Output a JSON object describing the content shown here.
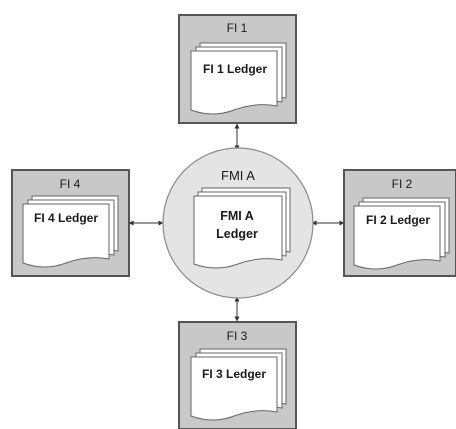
{
  "diagram": {
    "center": {
      "title": "FMI A",
      "ledger_line1": "FMI A",
      "ledger_line2": "Ledger"
    },
    "institutions": [
      {
        "id": "fi1",
        "title": "FI 1",
        "ledger": "FI 1 Ledger"
      },
      {
        "id": "fi2",
        "title": "FI 2",
        "ledger": "FI 2 Ledger"
      },
      {
        "id": "fi3",
        "title": "FI 3",
        "ledger": "FI 3 Ledger"
      },
      {
        "id": "fi4",
        "title": "FI 4",
        "ledger": "FI 4 Ledger"
      }
    ],
    "colors": {
      "box_fill": "#c8c8c8",
      "box_stroke": "#555555",
      "circle_fill": "#e4e4e4",
      "circle_stroke": "#8a8a8a",
      "page_fill": "#ffffff",
      "page_stroke": "#666666",
      "arrow": "#333333",
      "text": "#1a1a1a"
    }
  }
}
